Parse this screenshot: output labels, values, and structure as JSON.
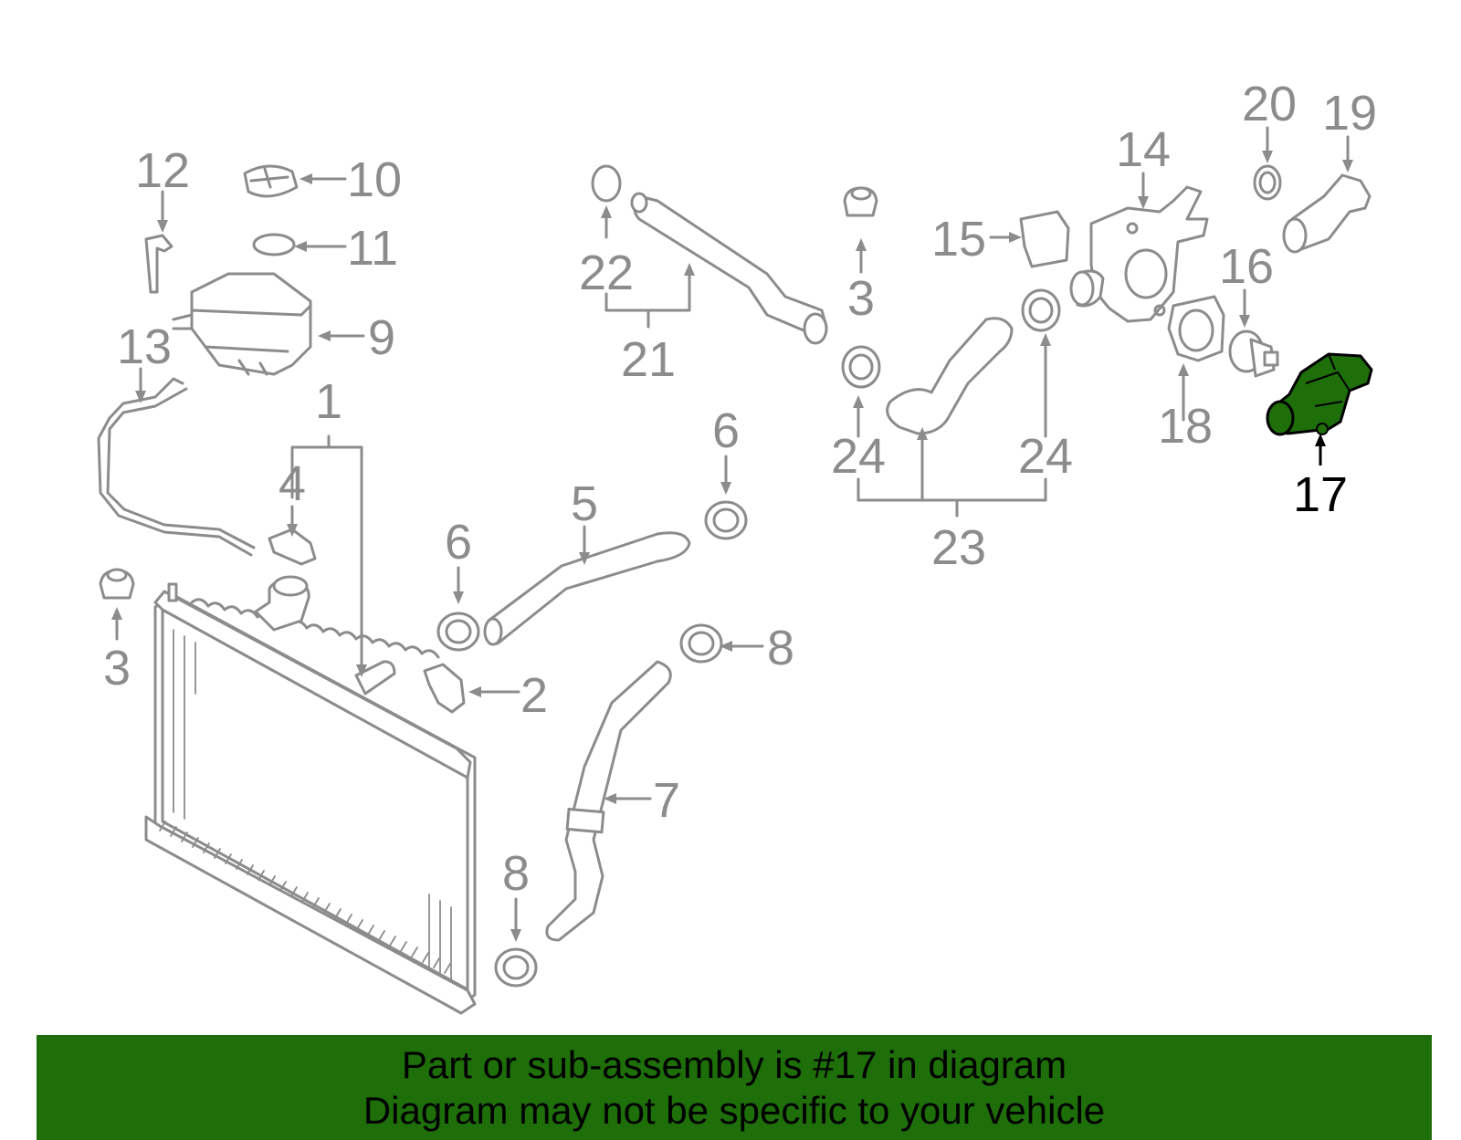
{
  "diagram": {
    "highlight_color": "#1e6e0a",
    "highlighted_part": "17",
    "labels": {
      "l1": "1",
      "l2": "2",
      "l3a": "3",
      "l3b": "3",
      "l4": "4",
      "l5": "5",
      "l6a": "6",
      "l6b": "6",
      "l7": "7",
      "l8a": "8",
      "l8b": "8",
      "l9": "9",
      "l10": "10",
      "l11": "11",
      "l12": "12",
      "l13": "13",
      "l14": "14",
      "l15": "15",
      "l16": "16",
      "l17": "17",
      "l18": "18",
      "l19": "19",
      "l20": "20",
      "l21": "21",
      "l22": "22",
      "l23": "23",
      "l24a": "24",
      "l24b": "24"
    }
  },
  "banner": {
    "line1": "Part or sub-assembly is #17 in diagram",
    "line2": "Diagram may not be specific to your vehicle"
  }
}
